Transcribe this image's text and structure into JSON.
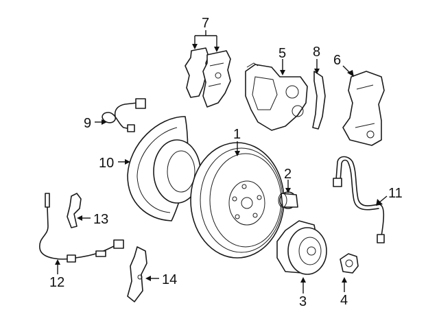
{
  "diagram": {
    "callouts": [
      "1",
      "2",
      "3",
      "4",
      "5",
      "6",
      "7",
      "8",
      "9",
      "10",
      "11",
      "12",
      "13",
      "14"
    ]
  }
}
